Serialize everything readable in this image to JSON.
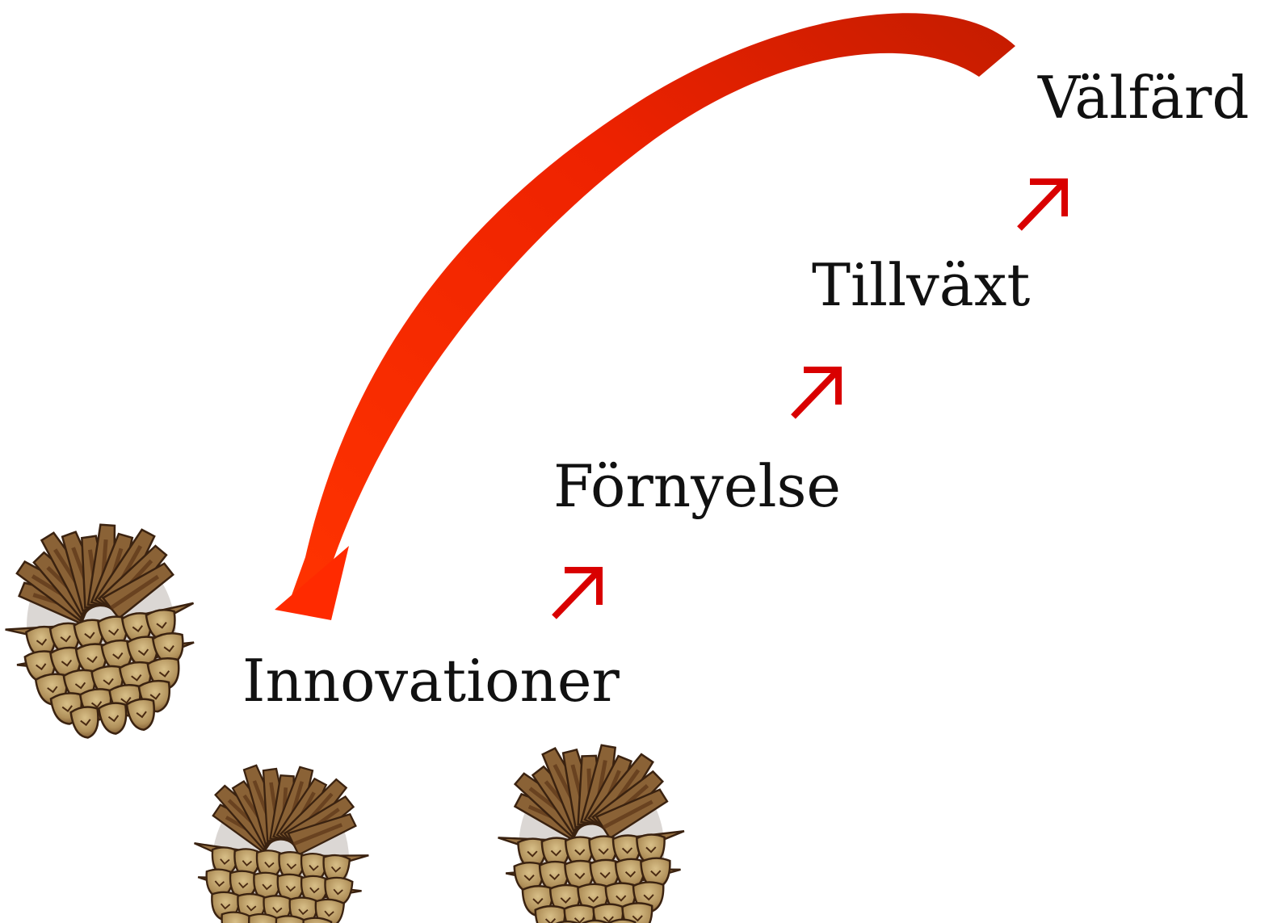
{
  "steps": [
    {
      "label": "Innovationer"
    },
    {
      "label": "Förnyelse"
    },
    {
      "label": "Tillväxt"
    },
    {
      "label": "Välfärd"
    }
  ],
  "colors": {
    "arrow_red": "#d90000",
    "cycle_arrow_light": "#ff2a00",
    "cycle_arrow_dark": "#c41c00",
    "text": "#111111",
    "cone_scale": "#b89a62",
    "cone_scale_dark": "#5c3518",
    "cone_edge": "#3a2210"
  },
  "icons": {
    "step_arrow": "diagonal-up-right-arrow-icon",
    "cycle_arrow": "curved-return-arrow-icon",
    "decoration": "pine-cone-icon"
  }
}
